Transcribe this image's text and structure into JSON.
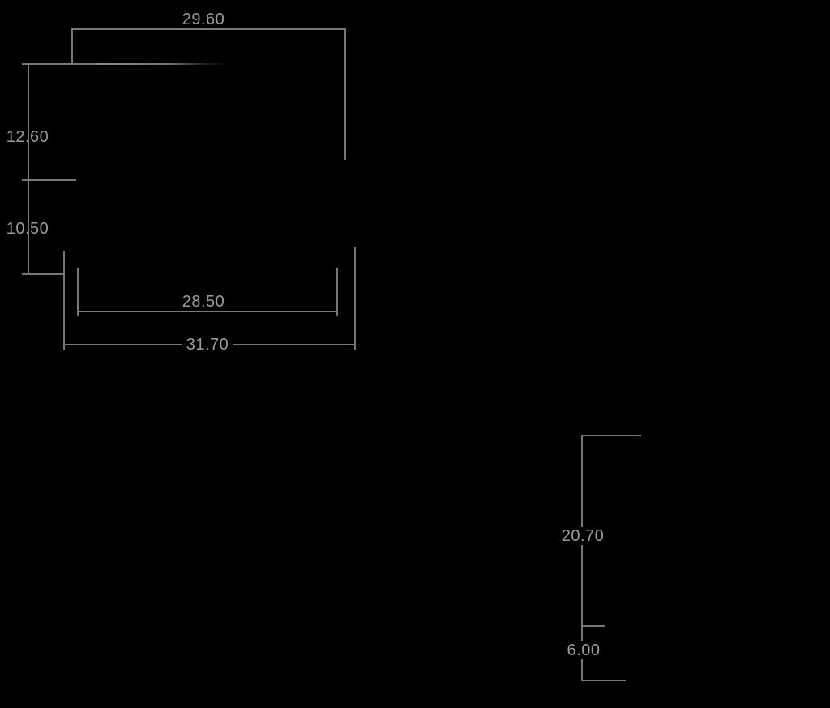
{
  "drawing": {
    "background_color": "#000000",
    "line_color": "#787878",
    "text_color": "#9b9b9b",
    "dimensions": {
      "top_width": "29.60",
      "upper_left_height": "12.60",
      "lower_left_height": "10.50",
      "inner_bottom_width": "28.50",
      "overall_bottom_width": "31.70",
      "right_height": "20.70",
      "right_bottom_height": "6.00"
    }
  }
}
